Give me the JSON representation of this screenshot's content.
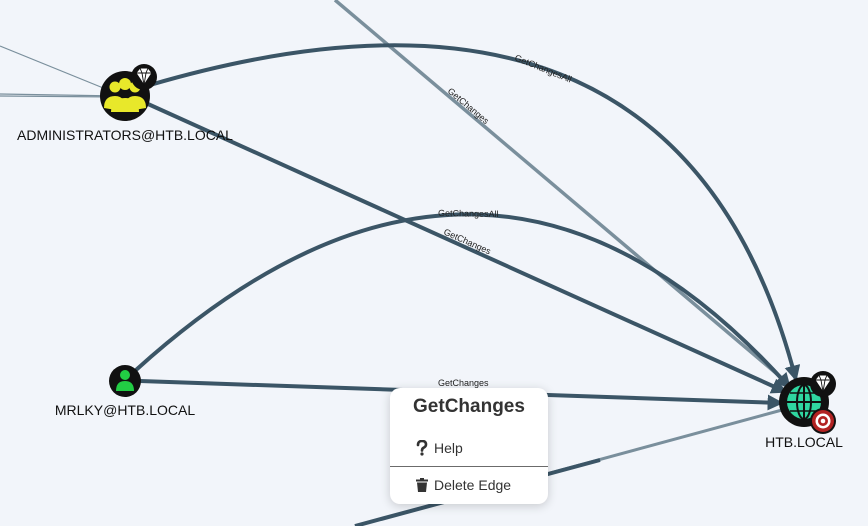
{
  "colors": {
    "background": "#f2f5fa",
    "edge_dark": "#3b5566",
    "edge_light": "#7a8f9c",
    "group_fill": "#e8e82a",
    "user_fill": "#22cc44",
    "domain_fill": "#2fd6a0",
    "target_red": "#b22222"
  },
  "nodes": {
    "administrators": {
      "label": "ADMINISTRATORS@HTB.LOCAL",
      "icon": "group-icon",
      "badge": "gem-icon"
    },
    "mrlky": {
      "label": "MRLKY@HTB.LOCAL",
      "icon": "user-icon"
    },
    "domain": {
      "label": "HTB.LOCAL",
      "icon": "globe-icon",
      "badges": [
        "gem-icon",
        "target-icon"
      ]
    }
  },
  "edges": [
    {
      "from": "administrators",
      "to": "domain",
      "label": "GetChangesAll"
    },
    {
      "from": "administrators",
      "to": "domain",
      "label": "GetChanges"
    },
    {
      "from": "offscreen",
      "to": "domain",
      "label": "GetChanges"
    },
    {
      "from": "mrlky",
      "to": "domain",
      "label": "GetChangesAll"
    },
    {
      "from": "mrlky",
      "to": "domain",
      "label": "GetChanges"
    }
  ],
  "context_menu": {
    "title": "GetChanges",
    "items": [
      {
        "label": "Help",
        "icon": "question-icon"
      },
      {
        "label": "Delete Edge",
        "icon": "trash-icon"
      }
    ]
  }
}
